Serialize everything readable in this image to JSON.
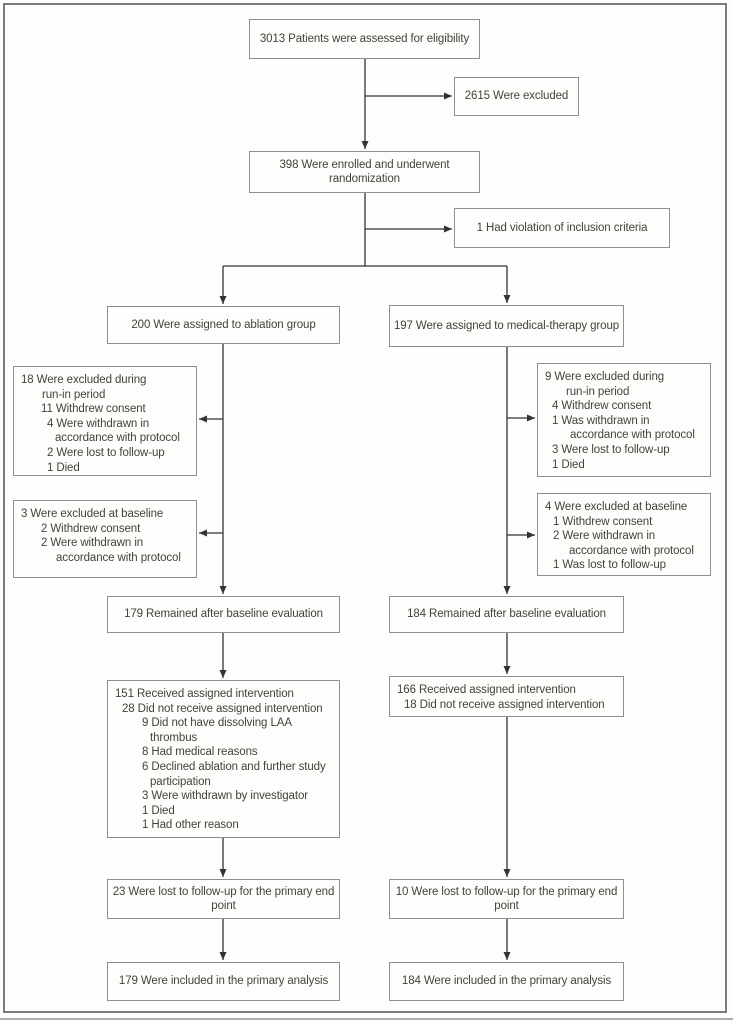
{
  "figure": {
    "kind": "consort-flow-diagram",
    "colors": {
      "background": "#fdfdfb",
      "box_border": "#8f8f8f",
      "text": "#45423d",
      "connector": "#333333",
      "outer_frame": "#7b7b7b",
      "bottom_rule": "#ababab"
    }
  },
  "boxes": {
    "eligibility": {
      "text": "3013 Patients were assessed for eligibility"
    },
    "excluded": {
      "text": "2615 Were excluded"
    },
    "enrolled": {
      "text": "398 Were enrolled and underwent randomization"
    },
    "violation": {
      "text": "1 Had violation of inclusion criteria"
    },
    "ablation_assigned": {
      "text": "200 Were assigned to ablation group"
    },
    "medical_assigned": {
      "text": "197 Were assigned to medical-therapy group"
    },
    "ablation_runin": {
      "lines": [
        "18 Were excluded during",
        "run-in period",
        "11 Withdrew consent",
        "4 Were withdrawn in",
        "accordance with protocol",
        "2 Were lost to follow-up",
        "1 Died"
      ]
    },
    "medical_runin": {
      "lines": [
        "9 Were excluded during",
        "run-in period",
        "4 Withdrew consent",
        "1 Was withdrawn in",
        "accordance with protocol",
        "3 Were lost to follow-up",
        "1 Died"
      ]
    },
    "ablation_baseline": {
      "lines": [
        "3 Were excluded at baseline",
        "2 Withdrew consent",
        "2 Were withdrawn in",
        "accordance with protocol"
      ]
    },
    "medical_baseline": {
      "lines": [
        "4 Were excluded at baseline",
        "1 Withdrew consent",
        "2 Were withdrawn in",
        "accordance with protocol",
        "1 Was lost to follow-up"
      ]
    },
    "ablation_remained": {
      "text": "179 Remained after baseline evaluation"
    },
    "medical_remained": {
      "text": "184 Remained after baseline evaluation"
    },
    "ablation_intervention": {
      "lines": [
        "151 Received assigned intervention",
        "28 Did not receive assigned intervention",
        "9 Did not have dissolving LAA",
        "thrombus",
        "8 Had medical reasons",
        "6 Declined ablation and further study",
        "participation",
        "3 Were withdrawn by investigator",
        "1 Died",
        "1 Had other reason"
      ]
    },
    "medical_intervention": {
      "lines": [
        "166 Received assigned intervention",
        "18 Did not receive assigned intervention"
      ]
    },
    "ablation_lost": {
      "text": "23 Were lost to follow-up for the primary end point"
    },
    "medical_lost": {
      "text": "10 Were lost to follow-up for the primary end point"
    },
    "ablation_analysis": {
      "text": "179 Were included in the primary analysis"
    },
    "medical_analysis": {
      "text": "184 Were included in the primary analysis"
    }
  }
}
